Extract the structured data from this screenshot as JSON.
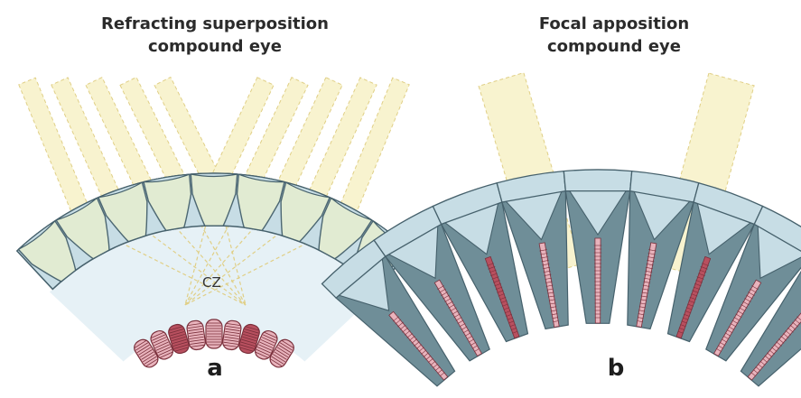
{
  "panel_a": {
    "title_line1": "Refracting superposition",
    "title_line2": "compound eye",
    "zone_label": "CZ",
    "panel_letter": "a"
  },
  "panel_b": {
    "title_line1": "Focal apposition",
    "title_line2": "compound eye",
    "panel_letter": "b"
  },
  "colors": {
    "light_beam": "#f8f3cf",
    "beam_edge": "#e0cf86",
    "lens_fill": "#c7dde5",
    "cone_fill": "#e3ecd2",
    "outline": "#46616c",
    "zone_fill": "#e2eff4",
    "pigment": "#6f8e98",
    "rhabdom": "#b8505f",
    "rhabdom_light": "#e8b3bc"
  }
}
